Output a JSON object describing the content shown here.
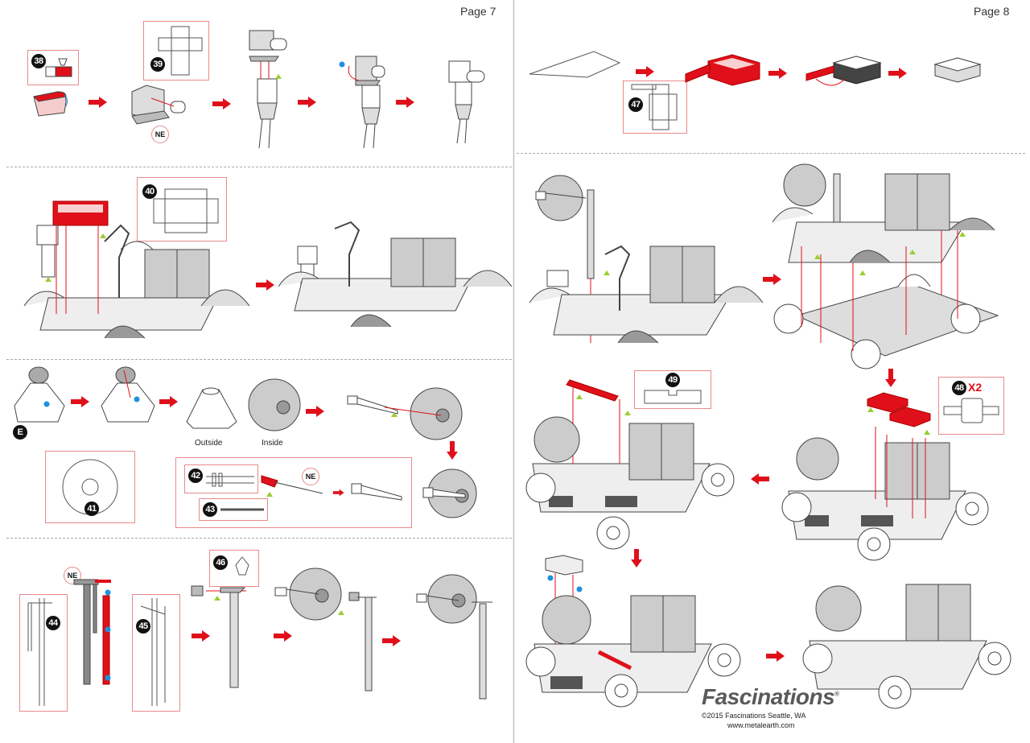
{
  "document": {
    "title": "Lunar Rover model assembly instructions",
    "pages": [
      {
        "label": "Page 7"
      },
      {
        "label": "Page 8"
      }
    ]
  },
  "steps": {
    "s38": "38",
    "s39": "39",
    "s40": "40",
    "s41": "41",
    "s42": "42",
    "s43": "43",
    "s44": "44",
    "s45": "45",
    "s46": "46",
    "s47": "47",
    "s48": "48",
    "s49": "49",
    "e": "E"
  },
  "labels": {
    "ne": "NE",
    "outside": "Outside",
    "inside": "Inside",
    "qty_48": "X2"
  },
  "footer": {
    "brand": "Fascinations",
    "copyright": "©2015 Fascinations Seattle, WA",
    "website": "www.metalearth.com"
  },
  "colors": {
    "accent_red": "#e0101a",
    "callout_border": "#e88a8a",
    "marker_blue": "#1e90e0",
    "marker_green": "#9acd32",
    "part_gray": "#c8c8c8"
  }
}
